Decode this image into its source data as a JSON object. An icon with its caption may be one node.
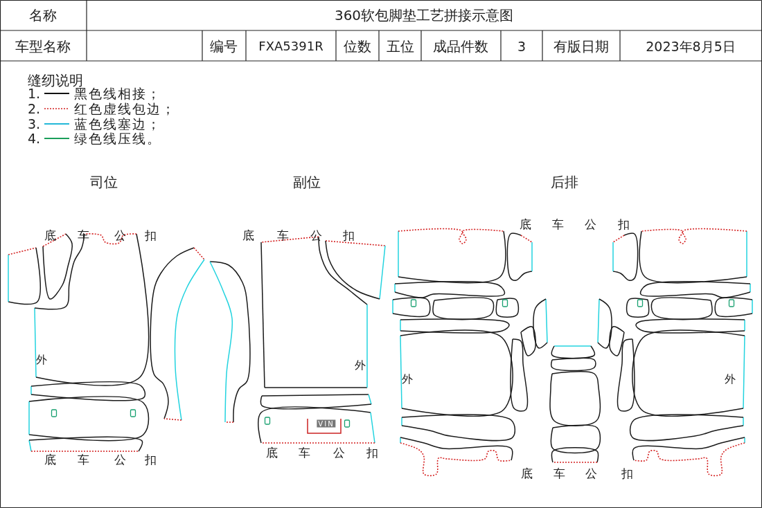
{
  "diagram": {
    "labels": [
      "名称",
      "360软包脚垫工艺拼接示意图",
      "车型名称",
      "编号",
      "FXA5391R",
      "位数",
      "五位",
      "成品件数",
      "3",
      "有版日期",
      "2023年8月5日",
      "缝纫说明",
      "1.",
      "2.",
      "3.",
      "4.",
      "司位",
      "副位",
      "后排",
      "底",
      "车",
      "公",
      "扣",
      "底",
      "车",
      "公",
      "扣",
      "底",
      "车",
      "公",
      "扣",
      "外",
      "外",
      "外",
      "外",
      "VIN",
      "底",
      "车",
      "公",
      "扣",
      "底",
      "车",
      "公",
      "扣",
      "底",
      "车",
      "公",
      "扣"
    ],
    "legend": [
      {
        "text": "黑色线相接；"
      },
      {
        "text": "红色虚线包边；"
      },
      {
        "text": "蓝色线塞边；"
      },
      {
        "text": "绿色线压线。"
      }
    ]
  }
}
